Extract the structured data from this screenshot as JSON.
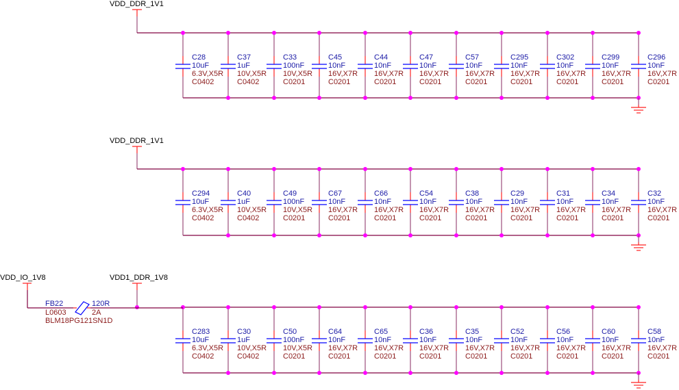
{
  "colors": {
    "wire": "#800040",
    "wire_light": "#9b4c7a",
    "pin": "#ff2020",
    "junction": "#ff00ff",
    "cap_plate": "#0000ff",
    "ground": "#ff2020",
    "net_label": "#000000",
    "designator": "#1a1aa6",
    "attribute": "#8b1a1a"
  },
  "rows": [
    {
      "net": "VDD_DDR_1V1",
      "capacitors": [
        {
          "ref": "C28",
          "value": "10uF",
          "rating": "6.3V,X5R",
          "package": "C0402"
        },
        {
          "ref": "C37",
          "value": "1uF",
          "rating": "10V,X5R",
          "package": "C0402"
        },
        {
          "ref": "C33",
          "value": "100nF",
          "rating": "10V,X5R",
          "package": "C0201"
        },
        {
          "ref": "C45",
          "value": "10nF",
          "rating": "16V,X7R",
          "package": "C0201"
        },
        {
          "ref": "C44",
          "value": "10nF",
          "rating": "16V,X7R",
          "package": "C0201"
        },
        {
          "ref": "C47",
          "value": "10nF",
          "rating": "16V,X7R",
          "package": "C0201"
        },
        {
          "ref": "C57",
          "value": "10nF",
          "rating": "16V,X7R",
          "package": "C0201"
        },
        {
          "ref": "C295",
          "value": "10nF",
          "rating": "16V,X7R",
          "package": "C0201"
        },
        {
          "ref": "C302",
          "value": "10nF",
          "rating": "16V,X7R",
          "package": "C0201"
        },
        {
          "ref": "C299",
          "value": "10nF",
          "rating": "16V,X7R",
          "package": "C0201"
        },
        {
          "ref": "C296",
          "value": "10nF",
          "rating": "16V,X7R",
          "package": "C0201"
        }
      ]
    },
    {
      "net": "VDD_DDR_1V1",
      "capacitors": [
        {
          "ref": "C294",
          "value": "10uF",
          "rating": "6.3V,X5R",
          "package": "C0402"
        },
        {
          "ref": "C40",
          "value": "1uF",
          "rating": "10V,X5R",
          "package": "C0402"
        },
        {
          "ref": "C49",
          "value": "100nF",
          "rating": "10V,X5R",
          "package": "C0201"
        },
        {
          "ref": "C67",
          "value": "10nF",
          "rating": "16V,X7R",
          "package": "C0201"
        },
        {
          "ref": "C66",
          "value": "10nF",
          "rating": "16V,X7R",
          "package": "C0201"
        },
        {
          "ref": "C54",
          "value": "10nF",
          "rating": "16V,X7R",
          "package": "C0201"
        },
        {
          "ref": "C38",
          "value": "10nF",
          "rating": "16V,X7R",
          "package": "C0201"
        },
        {
          "ref": "C29",
          "value": "10nF",
          "rating": "16V,X7R",
          "package": "C0201"
        },
        {
          "ref": "C31",
          "value": "10nF",
          "rating": "16V,X7R",
          "package": "C0201"
        },
        {
          "ref": "C34",
          "value": "10nF",
          "rating": "16V,X7R",
          "package": "C0201"
        },
        {
          "ref": "C32",
          "value": "10nF",
          "rating": "16V,X7R",
          "package": "C0201"
        }
      ]
    },
    {
      "net": "VDD1_DDR_1V8",
      "capacitors": [
        {
          "ref": "C283",
          "value": "10uF",
          "rating": "6.3V,X5R",
          "package": "C0402"
        },
        {
          "ref": "C30",
          "value": "1uF",
          "rating": "10V,X5R",
          "package": "C0402"
        },
        {
          "ref": "C50",
          "value": "100nF",
          "rating": "10V,X5R",
          "package": "C0201"
        },
        {
          "ref": "C64",
          "value": "10nF",
          "rating": "16V,X7R",
          "package": "C0201"
        },
        {
          "ref": "C65",
          "value": "10nF",
          "rating": "16V,X7R",
          "package": "C0201"
        },
        {
          "ref": "C36",
          "value": "10nF",
          "rating": "16V,X7R",
          "package": "C0201"
        },
        {
          "ref": "C35",
          "value": "10nF",
          "rating": "16V,X7R",
          "package": "C0201"
        },
        {
          "ref": "C52",
          "value": "10nF",
          "rating": "16V,X7R",
          "package": "C0201"
        },
        {
          "ref": "C56",
          "value": "10nF",
          "rating": "16V,X7R",
          "package": "C0201"
        },
        {
          "ref": "C60",
          "value": "10nF",
          "rating": "16V,X7R",
          "package": "C0201"
        },
        {
          "ref": "C58",
          "value": "10nF",
          "rating": "16V,X7R",
          "package": "C0201"
        }
      ]
    }
  ],
  "ferrite": {
    "input_net": "VDD_IO_1V8",
    "ref": "FB22",
    "package": "L0603",
    "part": "BLM18PG121SN1D",
    "impedance": "120R",
    "current": "2A"
  }
}
